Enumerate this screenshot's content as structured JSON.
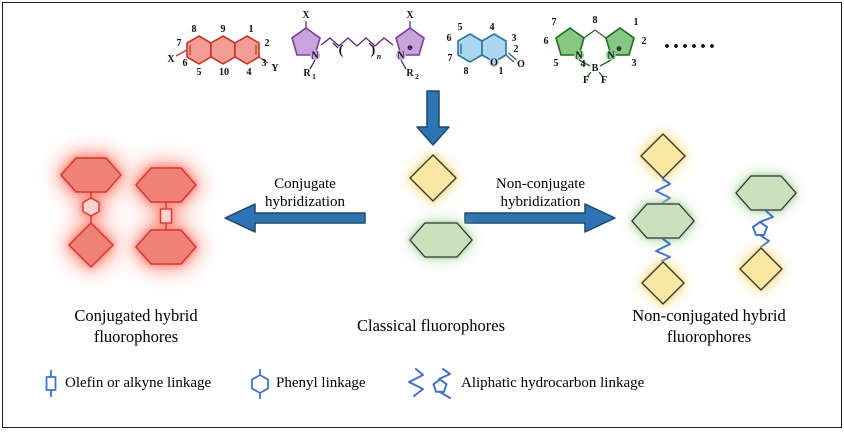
{
  "structures": {
    "xanthene": {
      "numbers": [
        "1",
        "2",
        "3",
        "4",
        "5",
        "6",
        "7",
        "8",
        "9",
        "10"
      ],
      "substituent_x": "X",
      "substituent_y": "Y"
    },
    "cyanine": {
      "x_left": "X",
      "x_right": "X",
      "n_left": "N",
      "n_right": "N",
      "r1": "R",
      "r1_sub": "1",
      "r2": "R",
      "r2_sub": "2",
      "plus": "⊕",
      "paren_open": "(",
      "paren_close": ")",
      "repeat_n": "n"
    },
    "coumarin": {
      "numbers": [
        "1",
        "2",
        "3",
        "4",
        "5",
        "6",
        "7",
        "8"
      ],
      "ring_o": "O",
      "carbonyl_o": "O"
    },
    "bodipy": {
      "numbers": [
        "1",
        "2",
        "3",
        "4",
        "5",
        "6",
        "7",
        "8"
      ],
      "n_left": "N",
      "n_right": "N",
      "plus": "⊕",
      "boron": "B",
      "f_left": "F",
      "f_right": "F"
    },
    "more_dots": "......"
  },
  "arrows": {
    "conjugate_line1": "Conjugate",
    "conjugate_line2": "hybridization",
    "nonconjugate_line1": "Non-conjugate",
    "nonconjugate_line2": "hybridization"
  },
  "groups": {
    "left_line1": "Conjugated hybrid",
    "left_line2": "fluorophores",
    "center": "Classical fluorophores",
    "right_line1": "Non-conjugated hybrid",
    "right_line2": "fluorophores"
  },
  "legend": {
    "olefin": "Olefin or alkyne linkage",
    "phenyl": "Phenyl linkage",
    "aliphatic": "Aliphatic hydrocarbon linkage"
  },
  "colors": {
    "arrow_fill": "#2e74b5",
    "arrow_stroke": "#1c4966",
    "xanthene_fill": "#f19d94",
    "xanthene_stroke": "#c0392b",
    "cyanine_fill": "#c9a3dd",
    "cyanine_stroke": "#7d3c98",
    "coumarin_fill": "#aed6f1",
    "coumarin_stroke": "#2874a6",
    "bodipy_fill": "#86c786",
    "bodipy_stroke": "#1f6b1f",
    "red_fill": "#ef8177",
    "red_stroke": "#cf3b2f",
    "yellow_fill": "#f8e7a3",
    "green_fill": "#cbe0bd",
    "linker_blue": "#4472c4"
  }
}
